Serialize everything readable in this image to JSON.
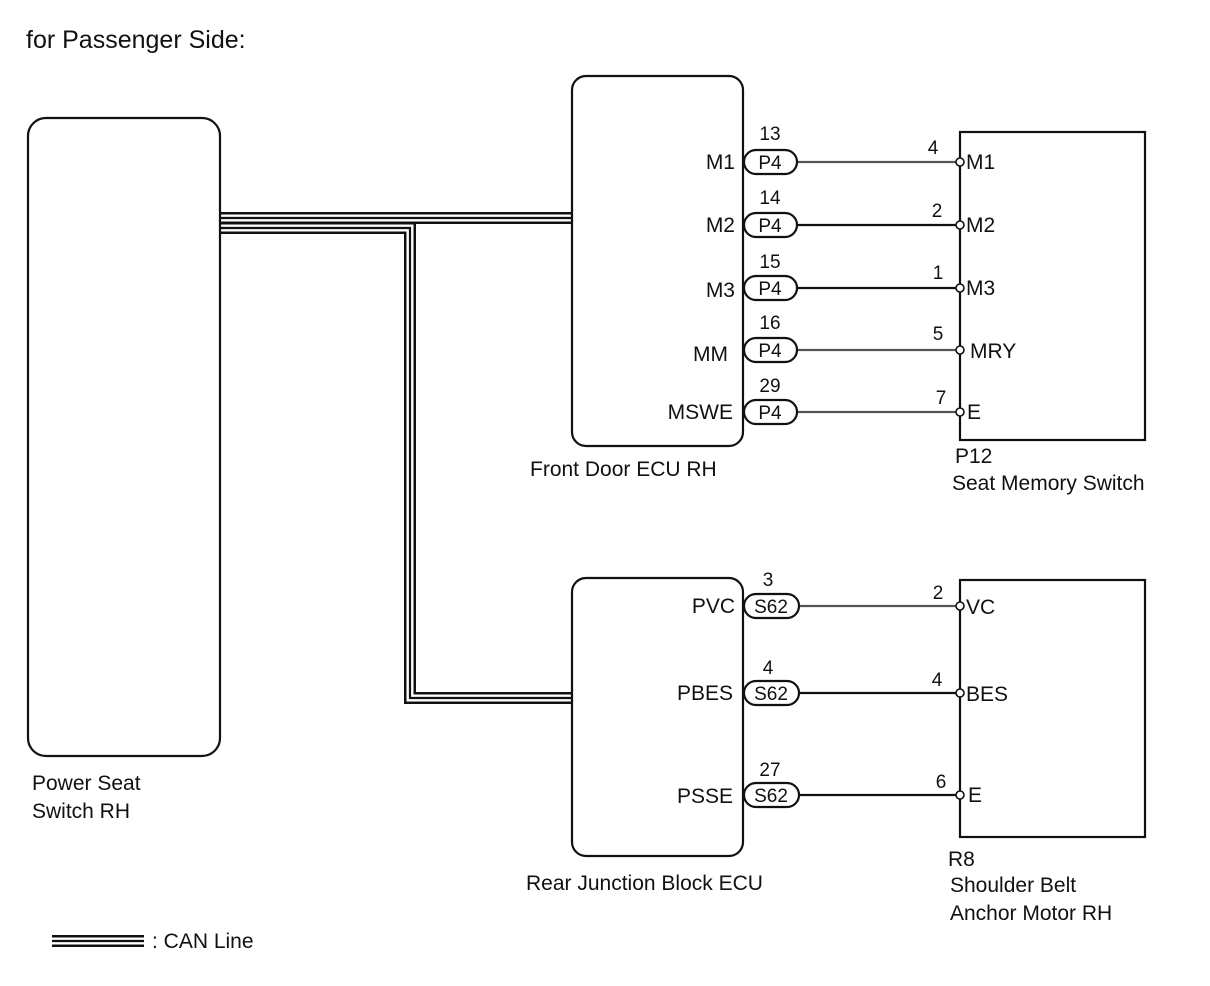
{
  "title": "for Passenger Side:",
  "components": {
    "power_seat_switch": {
      "name_line1": "Power Seat",
      "name_line2": "Switch RH"
    },
    "front_door_ecu": {
      "name": "Front Door ECU RH"
    },
    "seat_memory_switch": {
      "code": "P12",
      "name": "Seat Memory Switch"
    },
    "rear_junction_ecu": {
      "name": "Rear Junction Block ECU"
    },
    "shoulder_belt_motor": {
      "code": "R8",
      "name_line1": "Shoulder Belt",
      "name_line2": "Anchor Motor RH"
    }
  },
  "front_door_circuits": [
    {
      "ecu_terminal": "M1",
      "connector": "P4",
      "ecu_pin": "13",
      "switch_pin": "4",
      "switch_terminal": "M1"
    },
    {
      "ecu_terminal": "M2",
      "connector": "P4",
      "ecu_pin": "14",
      "switch_pin": "2",
      "switch_terminal": "M2"
    },
    {
      "ecu_terminal": "M3",
      "connector": "P4",
      "ecu_pin": "15",
      "switch_pin": "1",
      "switch_terminal": "M3"
    },
    {
      "ecu_terminal": "MM",
      "connector": "P4",
      "ecu_pin": "16",
      "switch_pin": "5",
      "switch_terminal": "MRY"
    },
    {
      "ecu_terminal": "MSWE",
      "connector": "P4",
      "ecu_pin": "29",
      "switch_pin": "7",
      "switch_terminal": "E"
    }
  ],
  "rear_junction_circuits": [
    {
      "ecu_terminal": "PVC",
      "connector": "S62",
      "ecu_pin": "3",
      "motor_pin": "2",
      "motor_terminal": "VC"
    },
    {
      "ecu_terminal": "PBES",
      "connector": "S62",
      "ecu_pin": "4",
      "motor_pin": "4",
      "motor_terminal": "BES"
    },
    {
      "ecu_terminal": "PSSE",
      "connector": "S62",
      "ecu_pin": "27",
      "motor_pin": "6",
      "motor_terminal": "E"
    }
  ],
  "legend": {
    "can_line": ": CAN Line"
  }
}
